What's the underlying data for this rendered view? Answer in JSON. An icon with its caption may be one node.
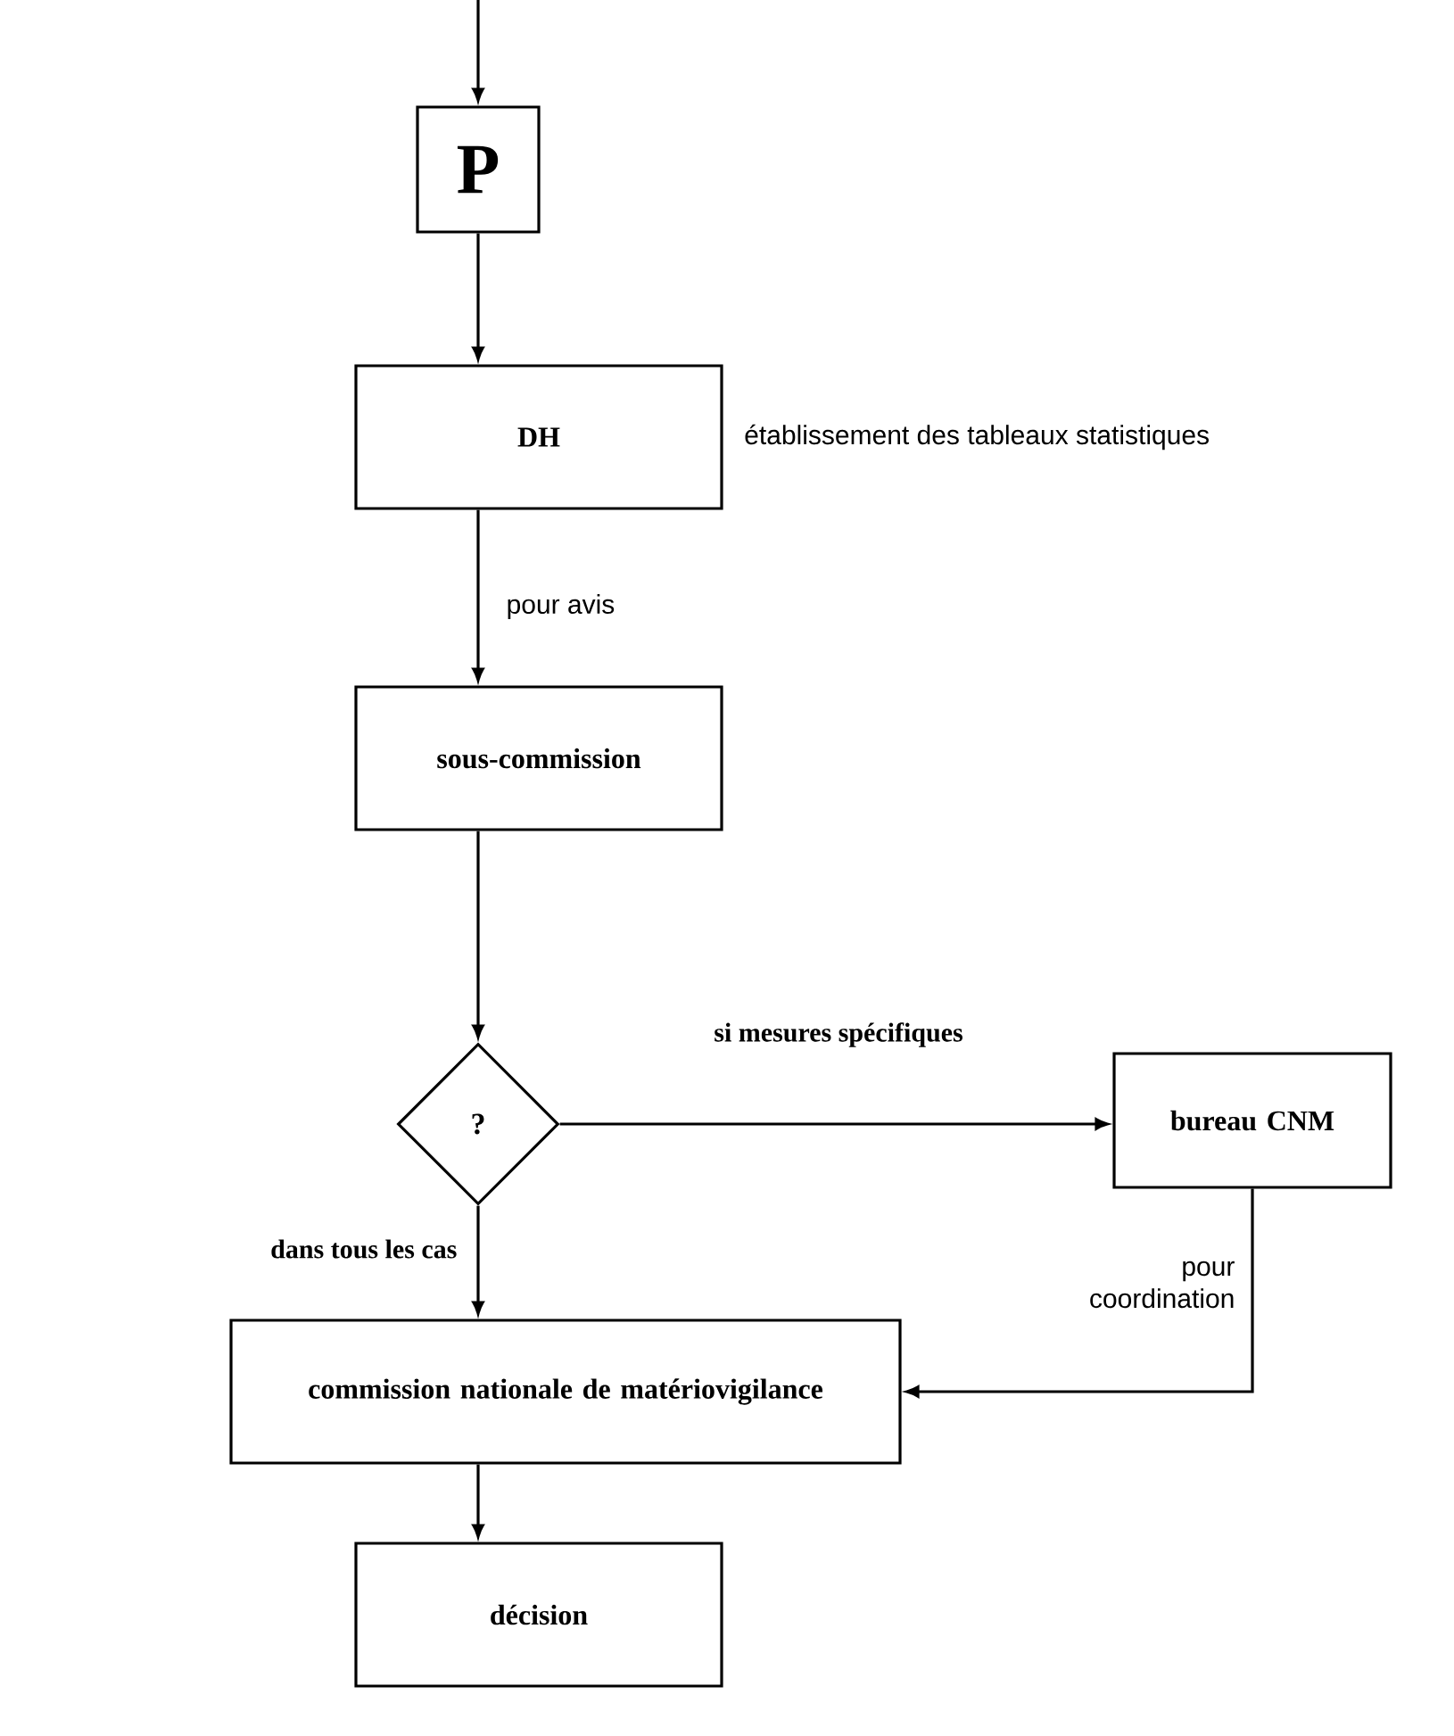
{
  "diagram": {
    "nodes": [
      {
        "text": [
          "P"
        ]
      },
      {
        "text": [
          "DH"
        ],
        "beside": [
          "établissement des tableaux statistiques"
        ]
      },
      {
        "text": [
          "sous-commission"
        ]
      },
      {
        "text": [
          "?"
        ]
      },
      {
        "text": [
          "bureau CNM"
        ]
      },
      {
        "text": [
          "commission nationale de matériovigilance"
        ]
      },
      {
        "text": [
          "décision"
        ]
      }
    ],
    "edges": [
      {
        "from": null,
        "to": 0,
        "arrow": "to"
      },
      {
        "from": 0,
        "to": 1,
        "arrow": "to"
      },
      {
        "from": 1,
        "to": 2,
        "arrow": "to",
        "label": "pour avis"
      },
      {
        "from": 2,
        "to": 3,
        "arrow": "to"
      },
      {
        "from": 3,
        "to": 4,
        "arrow": "to",
        "label": "si mesures spécifiques"
      },
      {
        "from": 3,
        "to": 5,
        "arrow": "to",
        "label": "dans tous les cas"
      },
      {
        "from": 4,
        "to": 5,
        "arrow": "to",
        "label": "pour coordination"
      },
      {
        "from": 5,
        "to": 6,
        "arrow": "to"
      }
    ]
  }
}
